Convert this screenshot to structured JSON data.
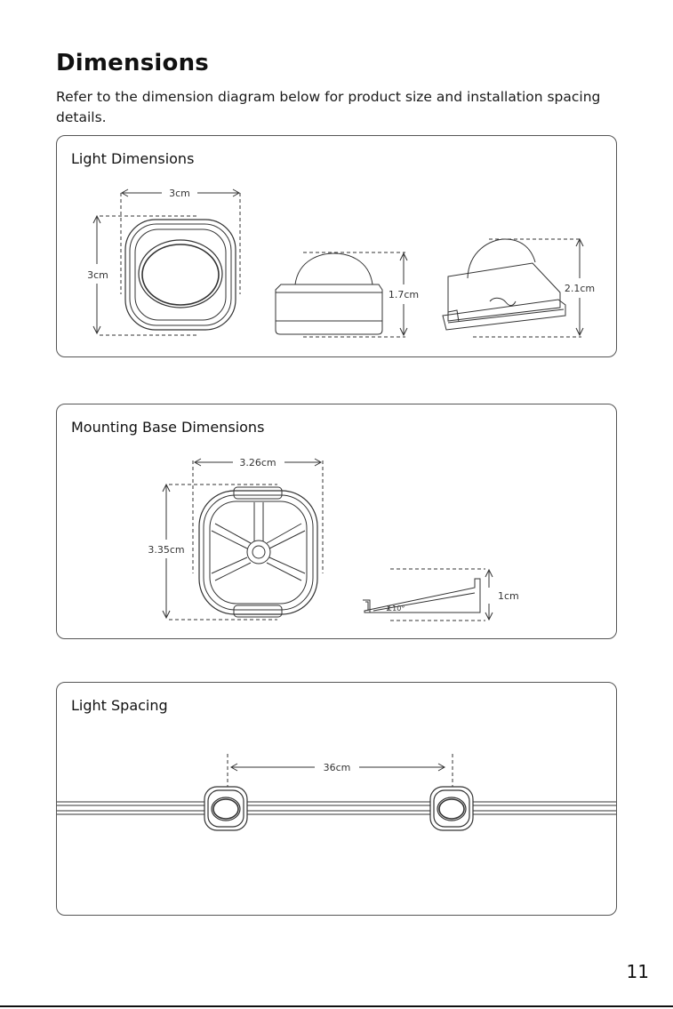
{
  "page": {
    "title": "Dimensions",
    "intro": "Refer to the dimension diagram below for product size and installation spacing details.",
    "page_number": "11"
  },
  "panels": {
    "light": {
      "title": "Light Dimensions",
      "width_label": "3cm",
      "height_label": "3cm",
      "side_height_label": "1.7cm",
      "mounted_height_label": "2.1cm"
    },
    "base": {
      "title": "Mounting Base Dimensions",
      "width_label": "3.26cm",
      "height_label": "3.35cm",
      "side_height_label": "1cm",
      "angle_label": "∠10°"
    },
    "spacing": {
      "title": "Light Spacing",
      "distance_label": "36cm"
    }
  }
}
